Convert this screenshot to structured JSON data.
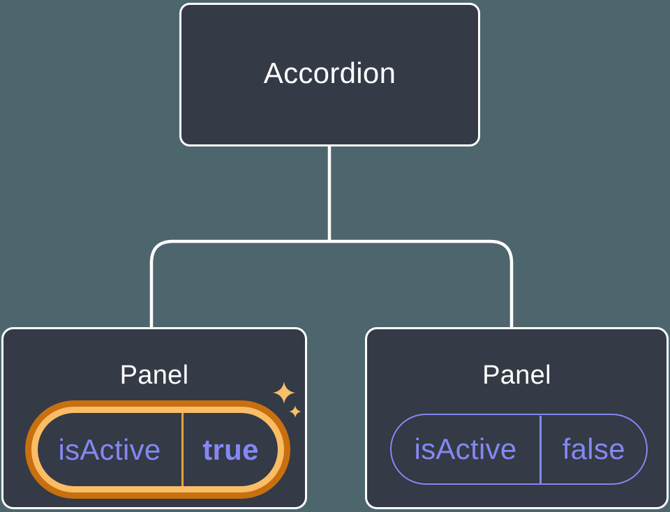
{
  "diagram": {
    "root": {
      "label": "Accordion"
    },
    "panels": [
      {
        "label": "Panel",
        "prop_name": "isActive",
        "prop_value": "true",
        "state": "active-highlighted"
      },
      {
        "label": "Panel",
        "prop_name": "isActive",
        "prop_value": "false",
        "state": "inactive"
      }
    ]
  },
  "icons": {
    "sparkle": "four-point-star"
  },
  "colors": {
    "background": "#4D666D",
    "card": "#343A46",
    "connector_line": "#FFFFFF",
    "prop_purple": "#8488F1",
    "highlight_ring_outer": "#C8700F",
    "highlight_ring_inner": "#FABD66",
    "highlight_divider": "#E8A33D",
    "sparkle_gold": "#F6C06A"
  }
}
